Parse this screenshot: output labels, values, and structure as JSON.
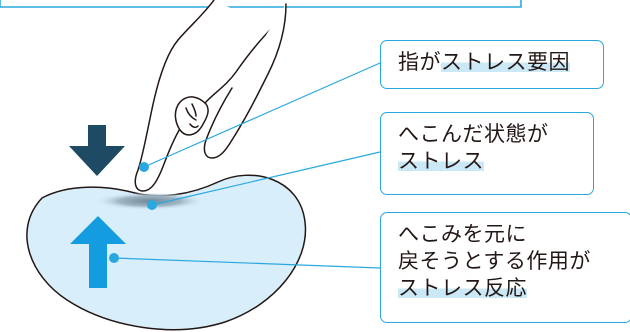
{
  "callouts": {
    "finger_cause": {
      "line1_plain": "指が",
      "line1_hl": "ストレス要因"
    },
    "dented_state": {
      "line1": "へこんだ状態が",
      "line2_hl": "ストレス"
    },
    "restore_reaction": {
      "line1": "へこみを元に",
      "line2": "戻そうとする作用が",
      "line3_hl": "ストレス反応"
    }
  },
  "colors": {
    "callout_border": "#29a8df",
    "leader_line": "#29a8df",
    "highlight": "#cbe8f7",
    "body_fill": "#d8eefa",
    "press_arrow": "#1f4a63",
    "push_back_arrow": "#139de0",
    "outline": "#231815",
    "dent_shadow": "#6f8798"
  },
  "icons": {
    "press_arrow": "down-arrow-icon",
    "push_back_arrow": "up-arrow-icon",
    "finger": "pointing-hand-icon"
  }
}
